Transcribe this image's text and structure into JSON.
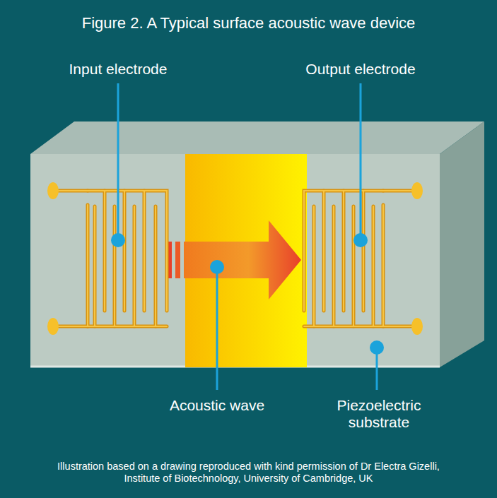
{
  "diagram": {
    "title": "Figure 2. A Typical surface acoustic wave device",
    "caption": "Illustration based on a drawing reproduced with kind permission of Dr Electra Gizelli, Institute of Biotechnology, University of Cambridge, UK",
    "labels": [
      "Input electrode",
      "Output electrode",
      "Acoustic wave",
      "Piezoelectric substrate"
    ]
  }
}
